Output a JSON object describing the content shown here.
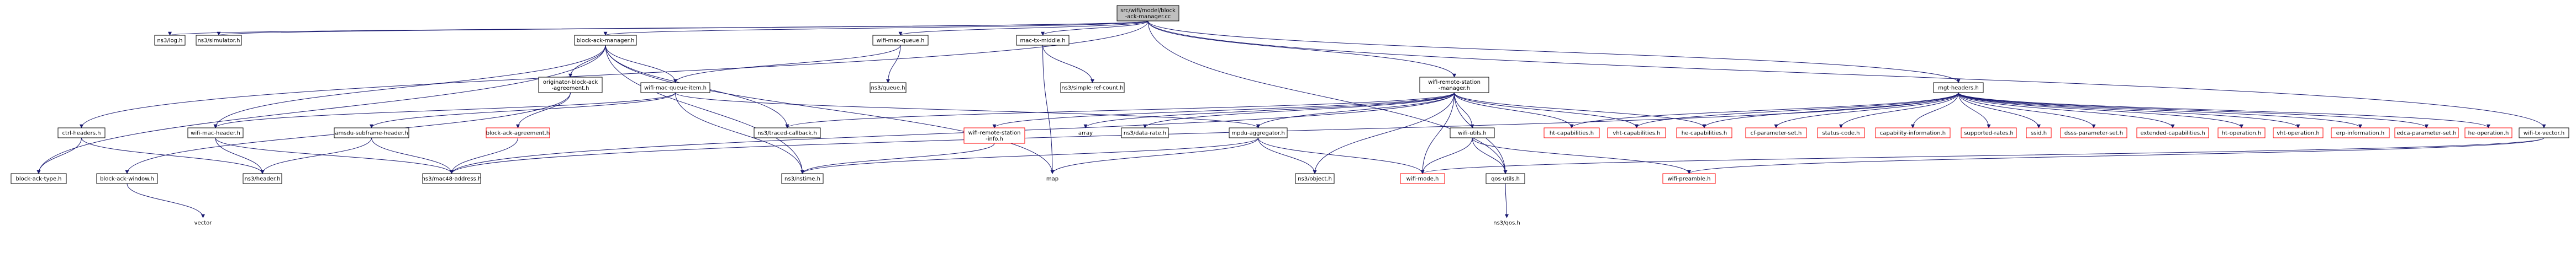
{
  "graph": {
    "colors": {
      "edge": "#191970",
      "red_border": "#ff0000",
      "root_fill": "#bfbfbf"
    },
    "nodes": [
      {
        "id": "root",
        "lines": [
          "src/wifi/model/block",
          "-ack-manager.cc"
        ]
      },
      {
        "id": "log",
        "lines": [
          "ns3/log.h"
        ]
      },
      {
        "id": "simulator",
        "lines": [
          "ns3/simulator.h"
        ]
      },
      {
        "id": "bam",
        "lines": [
          "block-ack-manager.h"
        ]
      },
      {
        "id": "wmq",
        "lines": [
          "wifi-mac-queue.h"
        ]
      },
      {
        "id": "mtm",
        "lines": [
          "mac-tx-middle.h"
        ]
      },
      {
        "id": "mgt",
        "lines": [
          "mgt-headers.h"
        ]
      },
      {
        "id": "ctrl",
        "lines": [
          "ctrl-headers.h"
        ]
      },
      {
        "id": "wrsm",
        "lines": [
          "wifi-remote-station",
          "-manager.h"
        ]
      },
      {
        "id": "obaa",
        "lines": [
          "originator-block-ack",
          "-agreement.h"
        ]
      },
      {
        "id": "wmqi",
        "lines": [
          "wifi-mac-queue-item.h"
        ]
      },
      {
        "id": "queue",
        "lines": [
          "ns3/queue.h"
        ]
      },
      {
        "id": "srcount",
        "lines": [
          "ns3/simple-ref-count.h"
        ]
      },
      {
        "id": "wtxv",
        "lines": [
          "wifi-tx-vector.h"
        ]
      },
      {
        "id": "wmh",
        "lines": [
          "wifi-mac-header.h"
        ]
      },
      {
        "id": "amsdu",
        "lines": [
          "amsdu-subframe-header.h"
        ]
      },
      {
        "id": "baag",
        "lines": [
          "block-ack-agreement.h"
        ]
      },
      {
        "id": "traced",
        "lines": [
          "ns3/traced-callback.h"
        ]
      },
      {
        "id": "wrsi",
        "lines": [
          "wifi-remote-station",
          "-info.h"
        ]
      },
      {
        "id": "array",
        "lines": [
          "array"
        ]
      },
      {
        "id": "datarate",
        "lines": [
          "ns3/data-rate.h"
        ]
      },
      {
        "id": "mpdu",
        "lines": [
          "mpdu-aggregator.h"
        ]
      },
      {
        "id": "wutils",
        "lines": [
          "wifi-utils.h"
        ]
      },
      {
        "id": "htcap",
        "lines": [
          "ht-capabilities.h"
        ]
      },
      {
        "id": "vhtcap",
        "lines": [
          "vht-capabilities.h"
        ]
      },
      {
        "id": "hecap",
        "lines": [
          "he-capabilities.h"
        ]
      },
      {
        "id": "cfparam",
        "lines": [
          "cf-parameter-set.h"
        ]
      },
      {
        "id": "status",
        "lines": [
          "status-code.h"
        ]
      },
      {
        "id": "capinfo",
        "lines": [
          "capability-information.h"
        ]
      },
      {
        "id": "suprates",
        "lines": [
          "supported-rates.h"
        ]
      },
      {
        "id": "ssid",
        "lines": [
          "ssid.h"
        ]
      },
      {
        "id": "dsss",
        "lines": [
          "dsss-parameter-set.h"
        ]
      },
      {
        "id": "extcap",
        "lines": [
          "extended-capabilities.h"
        ]
      },
      {
        "id": "htop",
        "lines": [
          "ht-operation.h"
        ]
      },
      {
        "id": "vhtop",
        "lines": [
          "vht-operation.h"
        ]
      },
      {
        "id": "erp",
        "lines": [
          "erp-information.h"
        ]
      },
      {
        "id": "edca",
        "lines": [
          "edca-parameter-set.h"
        ]
      },
      {
        "id": "heop",
        "lines": [
          "he-operation.h"
        ]
      },
      {
        "id": "batype",
        "lines": [
          "block-ack-type.h"
        ]
      },
      {
        "id": "bawin",
        "lines": [
          "block-ack-window.h"
        ]
      },
      {
        "id": "header",
        "lines": [
          "ns3/header.h"
        ]
      },
      {
        "id": "mac48",
        "lines": [
          "ns3/mac48-address.h"
        ]
      },
      {
        "id": "nstime",
        "lines": [
          "ns3/nstime.h"
        ]
      },
      {
        "id": "map",
        "lines": [
          "map"
        ]
      },
      {
        "id": "object",
        "lines": [
          "ns3/object.h"
        ]
      },
      {
        "id": "wmode",
        "lines": [
          "wifi-mode.h"
        ]
      },
      {
        "id": "qos",
        "lines": [
          "qos-utils.h"
        ]
      },
      {
        "id": "preamble",
        "lines": [
          "wifi-preamble.h"
        ]
      },
      {
        "id": "vector",
        "lines": [
          "vector"
        ]
      },
      {
        "id": "bcpp",
        "lines": [
          "ns3/qos.h"
        ]
      }
    ]
  }
}
